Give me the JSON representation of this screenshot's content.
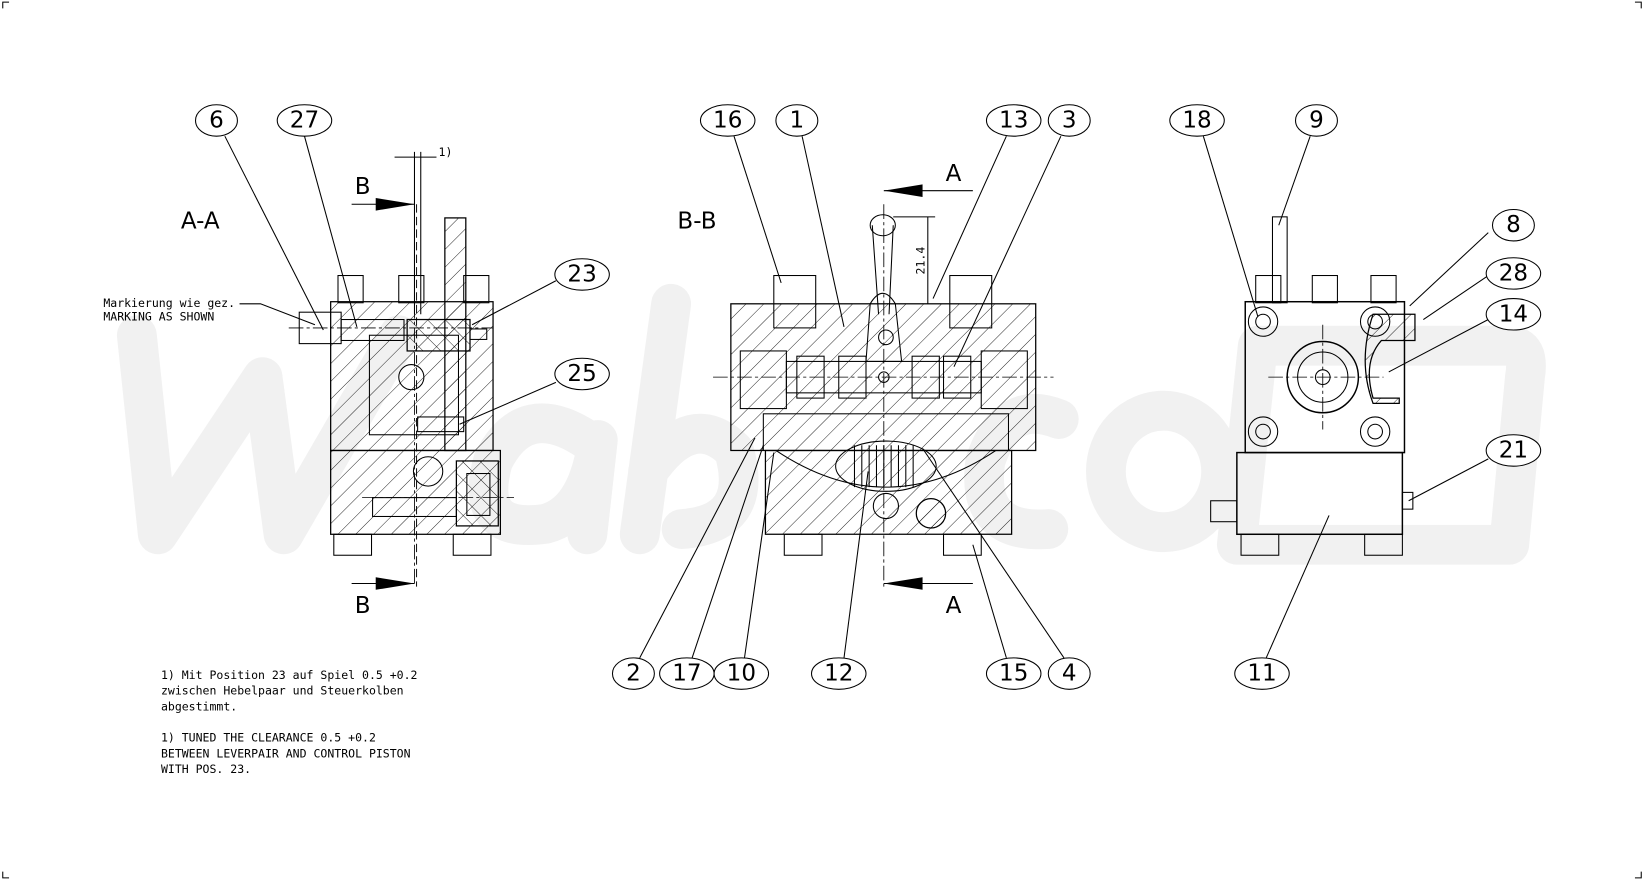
{
  "watermark": "Wabco",
  "views": {
    "aa": {
      "title": "A-A",
      "section_mark": "B",
      "clearance_ref": "1)"
    },
    "bb": {
      "title": "B-B",
      "section_mark": "A",
      "dimension": "21.4"
    }
  },
  "marking_note": {
    "de": "Markierung wie gez.",
    "en": "MARKING AS SHOWN"
  },
  "balloons": {
    "p6": "6",
    "p27": "27",
    "p23": "23",
    "p25": "25",
    "p16": "16",
    "p1": "1",
    "p13": "13",
    "p3": "3",
    "p2": "2",
    "p17": "17",
    "p10": "10",
    "p12": "12",
    "p15": "15",
    "p4": "4",
    "p18": "18",
    "p9": "9",
    "p8": "8",
    "p28": "28",
    "p14": "14",
    "p21": "21",
    "p11": "11"
  },
  "notes": {
    "de": [
      "1) Mit Position 23 auf Spiel 0.5 +0.2",
      "zwischen Hebelpaar und Steuerkolben",
      "abgestimmt."
    ],
    "en": [
      "1) TUNED THE CLEARANCE 0.5 +0.2",
      "BETWEEN LEVERPAIR AND CONTROL PISTON",
      "WITH POS. 23."
    ]
  }
}
